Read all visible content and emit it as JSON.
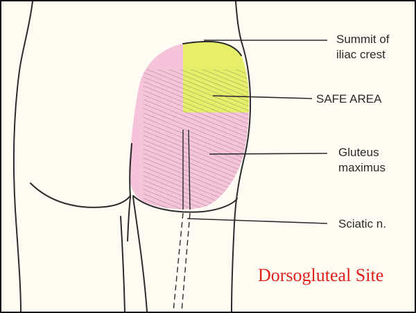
{
  "labels": {
    "summit_line1": "Summit of",
    "summit_line2": "iliac crest",
    "safe_area": "SAFE AREA",
    "gluteus_line1": "Gluteus",
    "gluteus_line2": "maximus",
    "sciatic": "Sciatic n."
  },
  "title": "Dorsogluteal Site",
  "colors": {
    "title_red": "#e0201a",
    "gluteus_pink": "#f6c4da",
    "safe_area_yellow": "#e6ee6a",
    "line": "#2b2b2b",
    "paper": "#fdfbf2"
  }
}
